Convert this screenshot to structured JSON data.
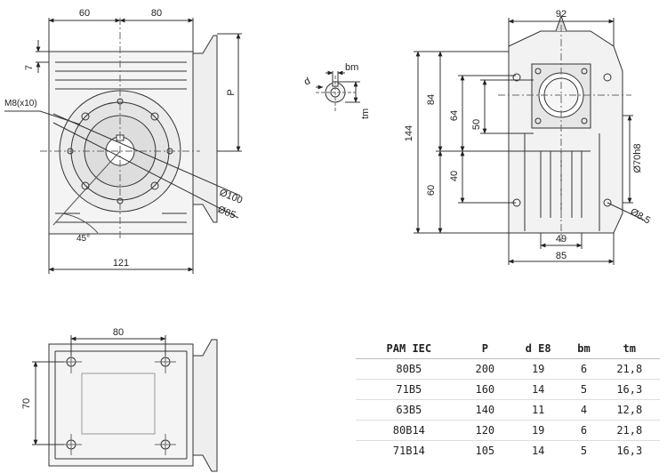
{
  "front_view": {
    "dim_top_left": "60",
    "dim_top_right": "80",
    "dim_flange": "7",
    "dim_p": "P",
    "thread_label": "M8(x10)",
    "angle_label": "45°",
    "dia_outer": "Ø100",
    "dia_inner": "Ø85",
    "dim_width": "121"
  },
  "shaft_section": {
    "label_d": "d",
    "label_bm": "bm",
    "label_tm": "tm"
  },
  "side_view": {
    "dim_top": "92",
    "dim_total_height": "144",
    "dim_upper": "84",
    "dim_lower": "60",
    "dim_64": "64",
    "dim_50": "50",
    "dim_40": "40",
    "dim_bore": "Ø70h8",
    "dim_hole": "Ø8.5",
    "dim_49": "49",
    "dim_85": "85"
  },
  "bottom_view": {
    "dim_width": "80",
    "dim_height": "70"
  },
  "table": {
    "headers": [
      "PAM IEC",
      "P",
      "d E8",
      "bm",
      "tm"
    ],
    "rows": [
      [
        "80B5",
        "200",
        "19",
        "6",
        "21,8"
      ],
      [
        "71B5",
        "160",
        "14",
        "5",
        "16,3"
      ],
      [
        "63B5",
        "140",
        "11",
        "4",
        "12,8"
      ],
      [
        "80B14",
        "120",
        "19",
        "6",
        "21,8"
      ],
      [
        "71B14",
        "105",
        "14",
        "5",
        "16,3"
      ]
    ]
  }
}
